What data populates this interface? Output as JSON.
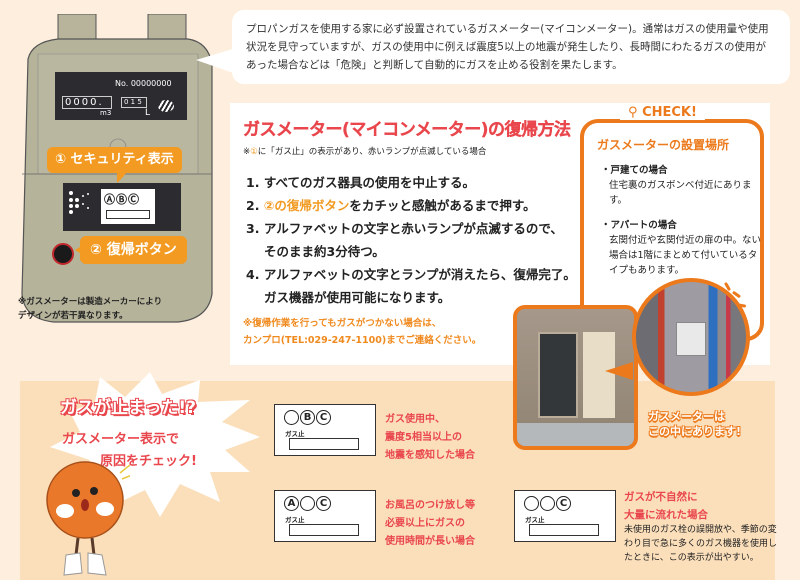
{
  "meter": {
    "serial_label": "No. 00000000",
    "counter": "0000.",
    "unit_m3": "m3",
    "small_counter": "0 1 5",
    "unit_L": "L",
    "security_window": "ⒶⒷⒸ",
    "callout_security": "① セキュリティ表示",
    "callout_reset": "② 復帰ボタン",
    "note_lines": [
      "※ガスメーターは製造メーカーにより",
      "デザインが若干異なります。"
    ]
  },
  "intro": {
    "text": "プロパンガスを使用する家に必ず設置されているガスメーター(マイコンメーター)。通常はガスの使用量や使用状況を見守っていますが、ガスの使用中に例えば震度5以上の地震が発生したり、長時間にわたるガスの使用があった場合などは「危険」と判断して自動的にガスを止める役割を果たします。"
  },
  "method": {
    "title": "ガスメーター(マイコンメーター)の復帰方法",
    "note_prefix": "※",
    "note_marker": "①",
    "note_rest": "に「ガス止」の表示があり、赤いランプが点滅している場合",
    "steps": [
      {
        "num": "1.",
        "text": "すべてのガス器具の使用を中止する。"
      },
      {
        "num": "2.",
        "highlight": "②の復帰ボタン",
        "text": "をカチッと感触があるまで押す。"
      },
      {
        "num": "3.",
        "text": "アルファベットの文字と赤いランプが点滅するので、",
        "cont": "そのまま約3分待つ。"
      },
      {
        "num": "4.",
        "text": "アルファベットの文字とランプが消えたら、復帰完了。",
        "cont": "ガス機器が使用可能になります。"
      }
    ],
    "fallback_lines": [
      "※復帰作業を行ってもガスがつかない場合は、",
      "カンプロ(TEL:029-247-1100)までご連絡ください。"
    ]
  },
  "check": {
    "label": "CHECK!",
    "title": "ガスメーターの設置場所",
    "sections": [
      {
        "heading": "・戸建ての場合",
        "body": "住宅裏のガスボンベ付近にあります。"
      },
      {
        "heading": "・アパートの場合",
        "body": "玄関付近や玄関付近の扉の中。ない場合は1階にまとめて付いているタイプもあります。"
      }
    ],
    "photo_caption_lines": [
      "ガスメーターは",
      "この中にあります!"
    ]
  },
  "alert": {
    "title": "ガスが止まった!?",
    "sub_line1": "ガスメーター表示で",
    "sub_line2": "原因をチェック!"
  },
  "status_cards": [
    {
      "circles": [
        "",
        "B",
        "C"
      ],
      "label": "ガス止",
      "desc_lines": [
        "ガス使用中、",
        "震度5相当以上の",
        "地震を感知した場合"
      ]
    },
    {
      "circles": [
        "A",
        "",
        "C"
      ],
      "label": "ガス止",
      "desc_lines": [
        "お風呂のつけ放し等",
        "必要以上にガスの",
        "使用時間が長い場合"
      ]
    },
    {
      "circles": [
        "",
        "",
        "C"
      ],
      "label": "ガス止",
      "desc_lines": [
        "ガスが不自然に",
        "大量に流れた場合"
      ],
      "detail": "未使用のガス栓の誤開放や、季節の変わり目で急に多くのガス機器を使用したときに、この表示が出やすい。"
    }
  ],
  "colors": {
    "accent_orange": "#ec7a1c",
    "callout_orange": "#f29a21",
    "alert_red": "#e9474d",
    "background": "#fdeedd",
    "panel_peach": "#fbdfbb"
  }
}
